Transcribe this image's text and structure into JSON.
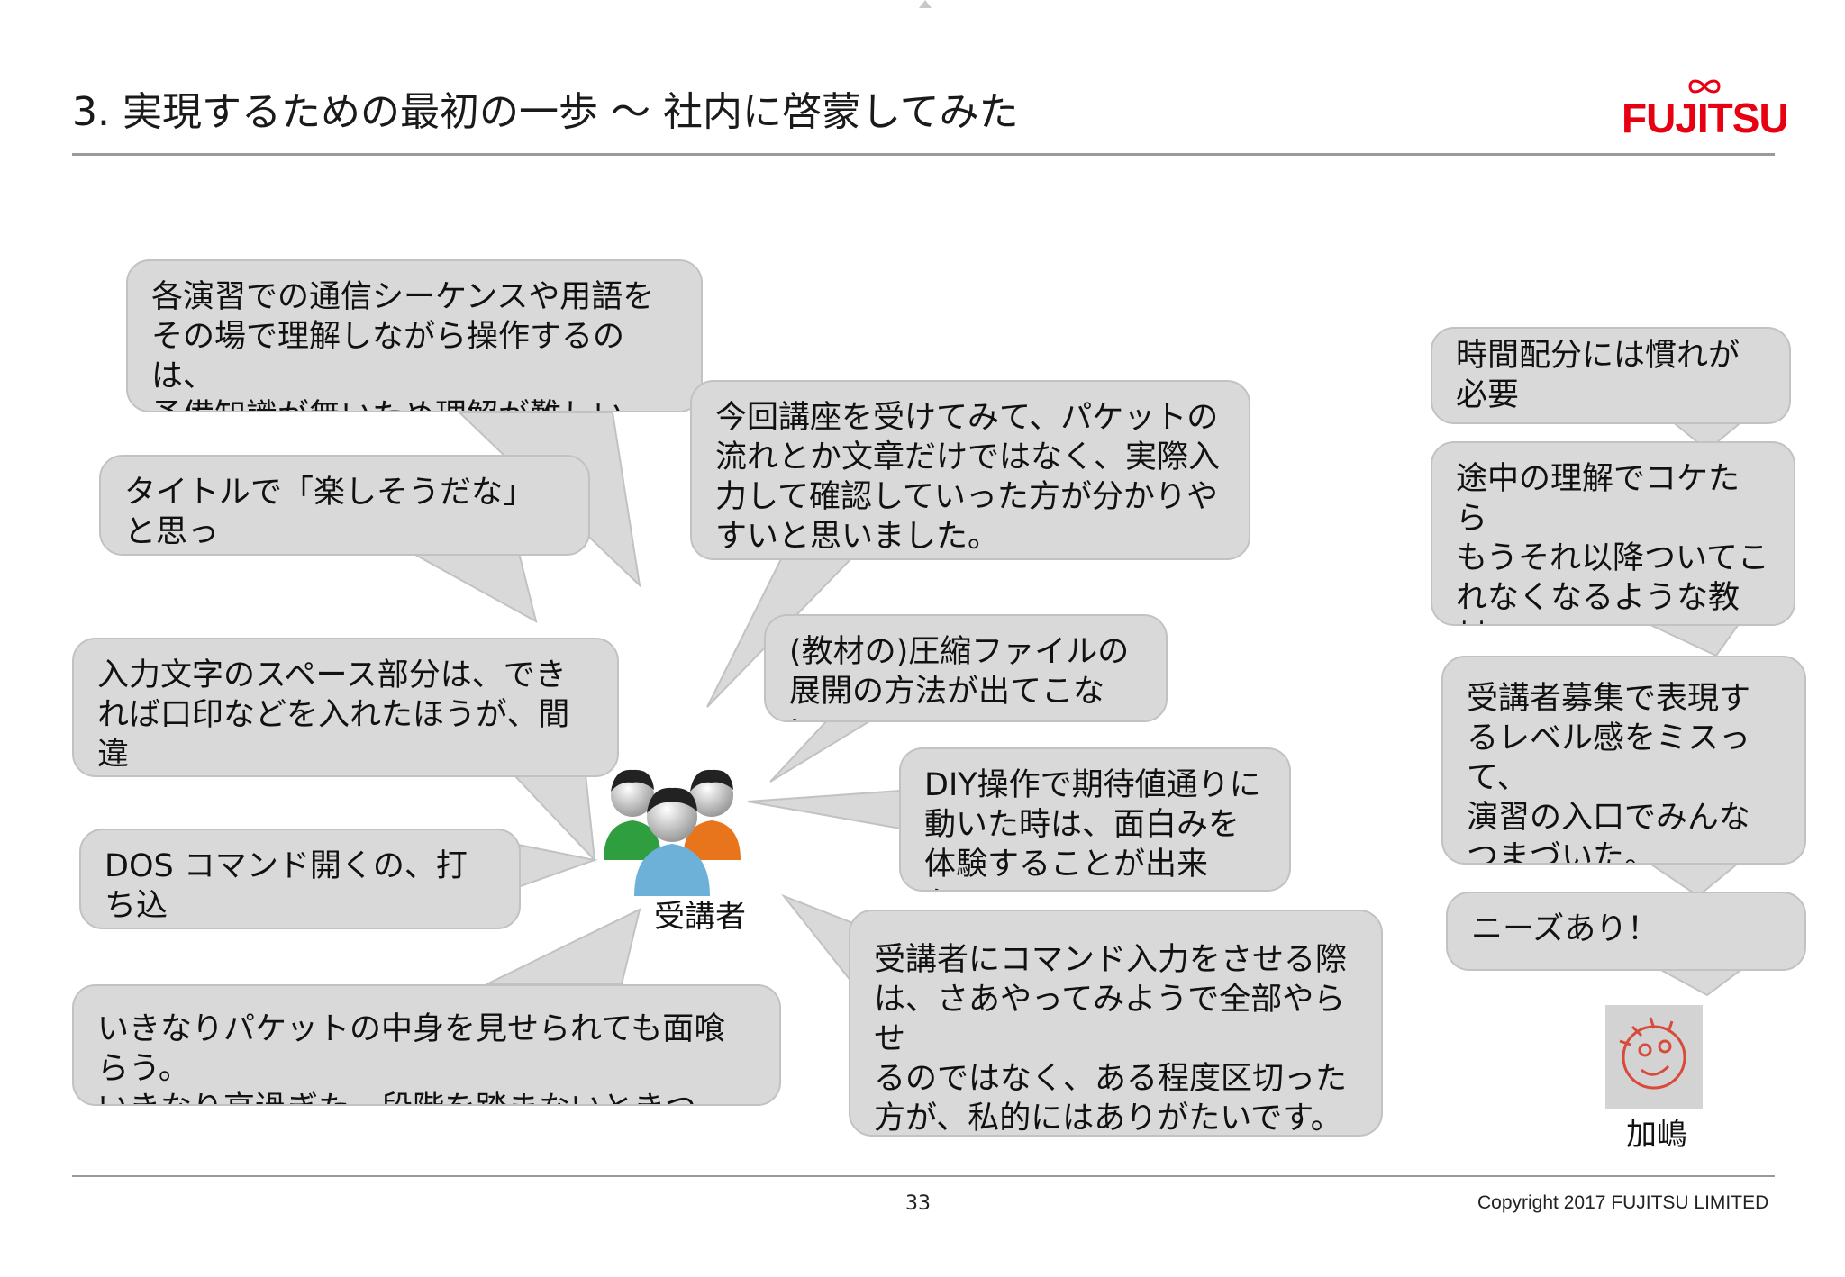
{
  "header": {
    "title": "3. 実現するための最初の一歩 ～ 社内に啓蒙してみた",
    "logo_text": "FUJITSU",
    "logo_color": "#e60012"
  },
  "bubbles": {
    "b1": "各演習での通信シーケンスや用語を\nその場で理解しながら操作するのは、\n予備知識が無いため理解が難しい。",
    "b2": "タイトルで「楽しそうだな」と思っ\nたが、レベル感が合わなかった。",
    "b3": "入力文字のスペース部分は、でき\nれば口印などを入れたほうが、間違\nいがなくなると思いました。",
    "b4": "DOS コマンド開くの、打ち込\nむの、とっつきにくい。",
    "b5": "いきなりパケットの中身を見せられても面喰らう。\nいきなり高過ぎた。段階を踏まないときつい。",
    "b6": "今回講座を受けてみて、パケットの\n流れとか文章だけではなく、実際入\n力して確認していった方が分かりや\nすいと思いました。",
    "b7": "(教材の)圧縮ファイルの\n展開の方法が出てこない。",
    "b8": "DIY操作で期待値通りに\n動いた時は、面白みを\n体験することが出来た。",
    "b9": "受講者にコマンド入力をさせる際\nは、さあやってみようで全部やらせ\nるのではなく、ある程度区切った\n方が、私的にはありがたいです。",
    "r1": "時間配分には慣れが\n必要",
    "r2": "途中の理解でコケたら\nもうそれ以降ついてこ\nれなくなるような教材\nは良くない",
    "r3": "受講者募集で表現す\nるレベル感をミスって、\n演習の入口でみんな\nつまづいた。",
    "r4": "ニーズあり！"
  },
  "people": {
    "students_label": "受講者",
    "students_icon": "users-group-icon",
    "instructor_label": "加嶋",
    "instructor_icon": "smiley-sketch-icon"
  },
  "footer": {
    "page_number": "33",
    "copyright": "Copyright 2017 FUJITSU LIMITED"
  },
  "colors": {
    "bubble_fill": "#d9d9d9",
    "bubble_border": "#c2c2c2",
    "rule": "#9a9a9a"
  }
}
